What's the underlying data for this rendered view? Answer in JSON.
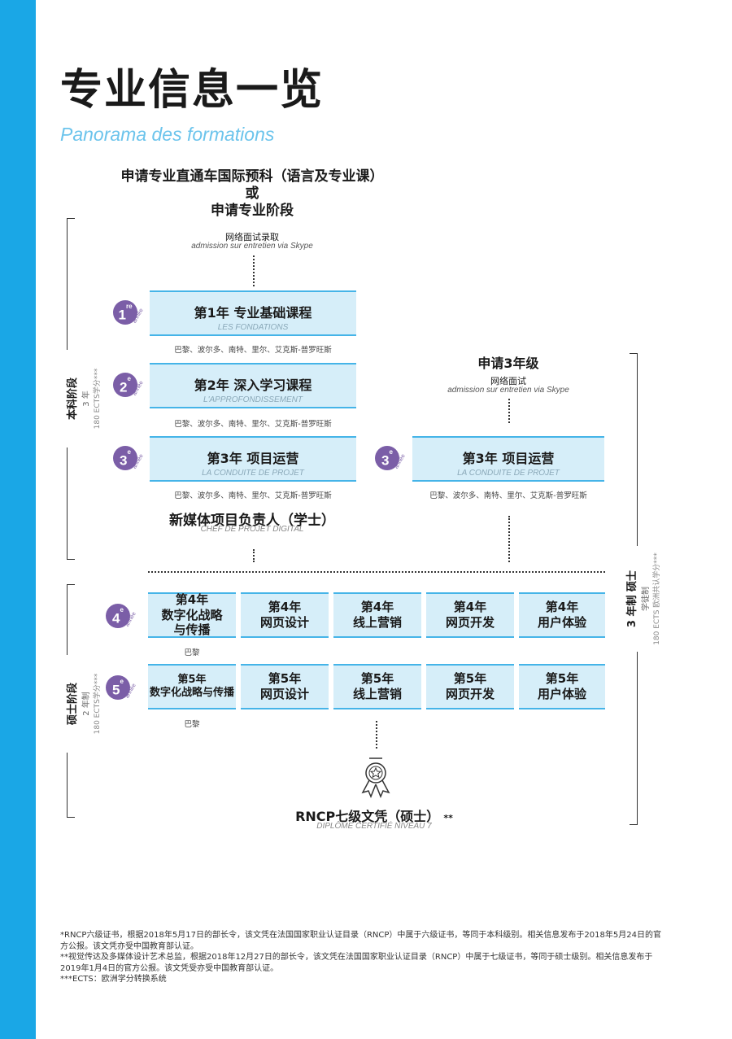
{
  "header": {
    "title": "专业信息一览",
    "subtitle": "Panorama des formations"
  },
  "intro": {
    "line1": "申请专业直通车国际预科（语言及专业课）",
    "line2": "或",
    "line3": "申请专业阶段",
    "admission_cn": "网络面试录取",
    "admission_fr": "admission sur entretien via Skype"
  },
  "bachelor": {
    "side_label": "本科阶段",
    "side_years": "3 年",
    "side_ects": "180 ECTS学分***",
    "year1": {
      "badge_num": "1",
      "badge_sup": "re",
      "badge_word": "année",
      "title": "第1年  专业基础课程",
      "subtitle": "LES FONDATIONS",
      "cities": "巴黎、波尔多、南特、里尔、艾克斯-普罗旺斯"
    },
    "year2": {
      "badge_num": "2",
      "badge_sup": "e",
      "badge_word": "année",
      "title": "第2年  深入学习课程",
      "subtitle": "L'APPROFONDISSEMENT",
      "cities": "巴黎、波尔多、南特、里尔、艾克斯-普罗旺斯"
    },
    "year3": {
      "badge_num": "3",
      "badge_sup": "e",
      "badge_word": "année",
      "title": "第3年  项目运营",
      "subtitle": "LA CONDUITE DE PROJET",
      "cities": "巴黎、波尔多、南特、里尔、艾克斯-普罗旺斯"
    },
    "degree_cn": "新媒体项目负责人（学士）",
    "degree_fr": "CHEF DE PROJET DIGITAL"
  },
  "third_year_entry": {
    "title": "申请3年级",
    "admission_cn": "网络面试",
    "admission_fr": "admission sur entretien via Skype",
    "badge_num": "3",
    "badge_sup": "e",
    "badge_word": "année",
    "box_title": "第3年  项目运营",
    "box_subtitle": "LA CONDUITE DE PROJET",
    "cities": "巴黎、波尔多、南特、里尔、艾克斯-普罗旺斯"
  },
  "master": {
    "side_label": "硕士阶段",
    "side_years": "2 年制",
    "side_ects": "180 ECTS学分***",
    "right_label": "3 年制 硕士",
    "right_sub": "学徒制",
    "right_ects": "180 ECTS 欧洲共认学分***",
    "year4": {
      "badge_num": "4",
      "badge_sup": "e",
      "badge_word": "année",
      "boxes": [
        {
          "l1": "第4年",
          "l2": "数字化战略",
          "l3": "与传播"
        },
        {
          "l1": "第4年",
          "l2": "网页设计",
          "l3": ""
        },
        {
          "l1": "第4年",
          "l2": "线上营销",
          "l3": ""
        },
        {
          "l1": "第4年",
          "l2": "网页开发",
          "l3": ""
        },
        {
          "l1": "第4年",
          "l2": "用户体验",
          "l3": ""
        }
      ],
      "city": "巴黎"
    },
    "year5": {
      "badge_num": "5",
      "badge_sup": "e",
      "badge_word": "année",
      "boxes": [
        {
          "l1": "第5年",
          "l2": "数字化战略与传播",
          "l3": ""
        },
        {
          "l1": "第5年",
          "l2": "网页设计",
          "l3": ""
        },
        {
          "l1": "第5年",
          "l2": "线上营销",
          "l3": ""
        },
        {
          "l1": "第5年",
          "l2": "网页开发",
          "l3": ""
        },
        {
          "l1": "第5年",
          "l2": "用户体验",
          "l3": ""
        }
      ],
      "city": "巴黎"
    },
    "diploma_cn": "RNCP七级文凭（硕士）",
    "diploma_mark": "**",
    "diploma_fr": "DIPLÔME CERTIFIÉ NIVEAU 7"
  },
  "footnotes": [
    "*RNCP六级证书，根据2018年5月17日的部长令，该文凭在法国国家职业认证目录（RNCP）中属于六级证书，等同于本科级别。相关信息发布于2018年5月24日的官方公报。该文凭亦受中国教育部认证。",
    "**视觉传达及多媒体设计艺术总监，根据2018年12月27日的部长令，该文凭在法国国家职业认证目录（RNCP）中属于七级证书，等同于硕士级别。相关信息发布于2019年1月4日的官方公报。该文凭受亦受中国教育部认证。",
    "***ECTS：欧洲学分转换系统"
  ],
  "colors": {
    "accent_blue": "#1aa7e6",
    "box_fill": "#d6eef9",
    "box_border": "#45b4e8",
    "badge_purple": "#7b5ea7"
  }
}
